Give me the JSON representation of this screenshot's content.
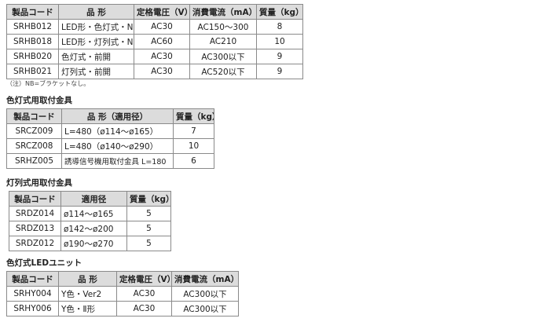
{
  "table1": {
    "headers": [
      "製品コード",
      "品 形",
      "定格電圧（V）",
      "消費電流（mA）",
      "質量（kg）"
    ],
    "rows": [
      [
        "SRHB012",
        "LED形・色灯式・NB",
        "AC30",
        "AC150～300",
        "8"
      ],
      [
        "SRHB018",
        "LED形・灯列式・NB",
        "AC60",
        "AC210",
        "10"
      ],
      [
        "SRHB020",
        "色灯式・前開",
        "AC30",
        "AC300以下",
        "9"
      ],
      [
        "SRHB021",
        "灯列式・前開",
        "AC30",
        "AC520以下",
        "9"
      ]
    ]
  },
  "note": "（注）NB=ブラケットなし。",
  "section2": {
    "title": "色灯式用取付金具",
    "headers": [
      "製品コード",
      "品 形（適用径）",
      "質量（kg）"
    ],
    "rows": [
      [
        "SRCZ009",
        "L=480（ø114～ø165）",
        "7"
      ],
      [
        "SRCZ008",
        "L=480（ø140～ø290）",
        "10"
      ],
      [
        "SRHZ005",
        "誘導信号機用取付金具 L=180",
        "6"
      ]
    ]
  },
  "section3": {
    "title": "灯列式用取付金具",
    "headers": [
      "製品コード",
      "適用径",
      "質量（kg）"
    ],
    "rows": [
      [
        "SRDZ014",
        "ø114～ø165",
        "5"
      ],
      [
        "SRDZ013",
        "ø142～ø200",
        "5"
      ],
      [
        "SRDZ012",
        "ø190～ø270",
        "5"
      ]
    ]
  },
  "section4": {
    "title": "色灯式LEDユニット",
    "headers": [
      "製品コード",
      "品 形",
      "定格電圧（V）",
      "消費電流（mA）"
    ],
    "rows": [
      [
        "SRHY004",
        "Y色・Ver2",
        "AC30",
        "AC300以下"
      ],
      [
        "SRHY006",
        "Y色・Ⅱ形",
        "AC30",
        "AC300以下"
      ]
    ]
  }
}
